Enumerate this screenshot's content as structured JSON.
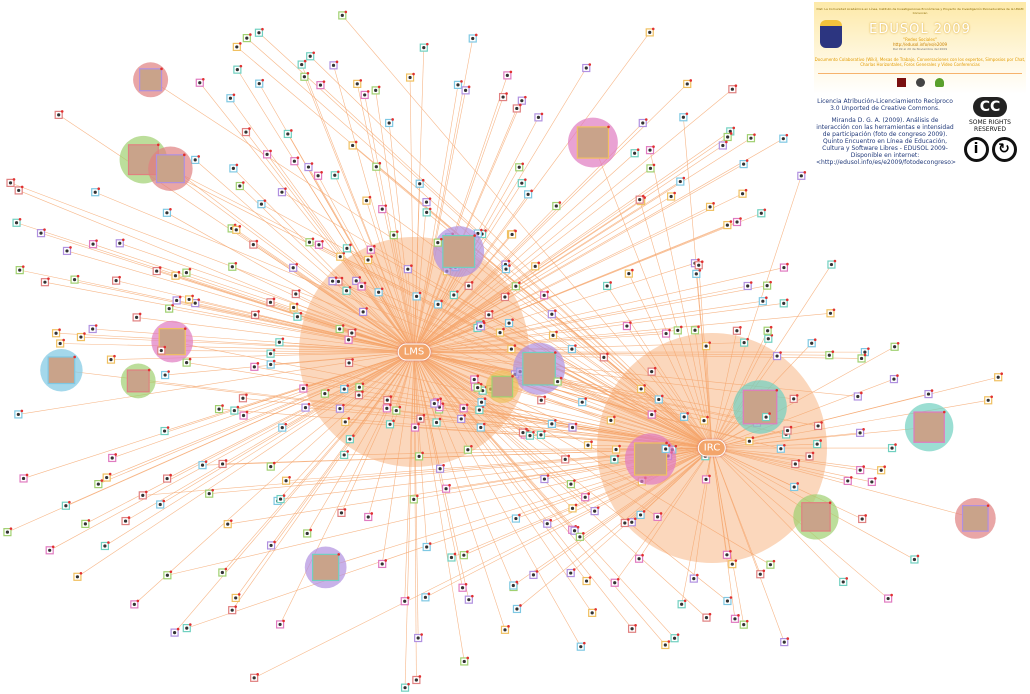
{
  "hubs": [
    {
      "label": "LMS",
      "color": "#f7a56e"
    },
    {
      "label": "IRC",
      "color": "#f7a56e"
    }
  ],
  "banner": {
    "top_line": "Dist: La Comunidad Académica en Línea, Instituto de Investigaciones Económicas y Proyecto de Investigación Psicoeducativa de la UNAM Convocan",
    "title": "EDUSOL 2009",
    "subtitle": "\"Redes Sociales\"",
    "url": "http://edusol.info/es/e2009",
    "dates": "Del 09 al 20 de Noviembre del 2009",
    "description": "Documento Colaborativo (Wiki), Mesas de Trabajo, Conversaciones con los expertos, Simposios por Chat, Charlas Horizontales, Foros Generales y Video Conferencias"
  },
  "license": {
    "text": "Licencia Atribución-Licenciamiento Recíproco 3.0 Unported de Creative Commons.",
    "citation": "Miranda D.  G.  A. (2009). Análisis de interacción con las herramientas e intensidad de participación (foto de congreso 2009).   Quinto Encuentro en Línea de Educación, Cultura y Software Libres - EDUSOL 2009-  Disponible en internet: <http://edusol.info/es/e2009/fotodecongreso>"
  },
  "cc": {
    "badge": "CC",
    "text": "SOME RIGHTS RESERVED",
    "icons": [
      "attribution-icon",
      "share-alike-icon"
    ]
  },
  "colors": {
    "edge": "#f5a56b",
    "hub_fill": "#f9c9a6",
    "node_border": "#c0c0c0"
  }
}
